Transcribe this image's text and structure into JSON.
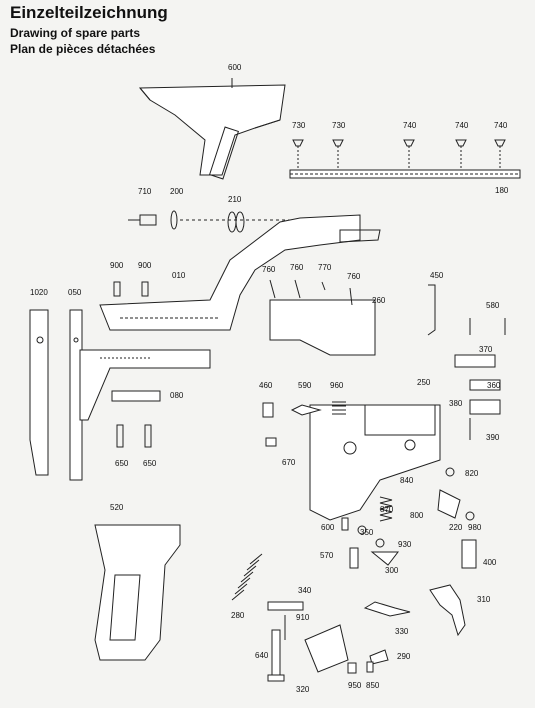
{
  "header": {
    "title": "Einzelteilzeichnung",
    "subtitle_en": "Drawing of spare parts",
    "subtitle_fr": "Plan de pièces détachées"
  },
  "parts": [
    "600",
    "730",
    "730",
    "740",
    "740",
    "740",
    "180",
    "710",
    "200",
    "210",
    "900",
    "900",
    "010",
    "1020",
    "050",
    "760",
    "760",
    "770",
    "760",
    "260",
    "450",
    "580",
    "370",
    "360",
    "380",
    "080",
    "460",
    "590",
    "960",
    "250",
    "390",
    "820",
    "670",
    "650",
    "650",
    "520",
    "840",
    "870",
    "800",
    "220",
    "980",
    "600",
    "350",
    "930",
    "570",
    "300",
    "400",
    "340",
    "910",
    "330",
    "310",
    "280",
    "640",
    "290",
    "320",
    "950",
    "850"
  ]
}
